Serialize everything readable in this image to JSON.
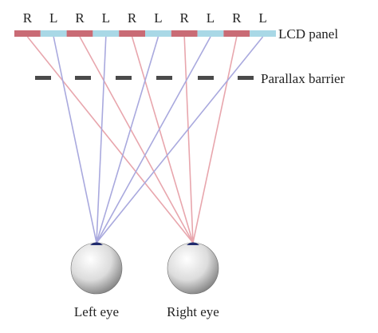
{
  "title": "",
  "pixel_labels": [
    "R",
    "L",
    "R",
    "L",
    "R",
    "L",
    "R",
    "L",
    "R",
    "L"
  ],
  "labels": {
    "lcd_panel": "LCD panel",
    "parallax_barrier": "Parallax barrier",
    "left_eye": "Left eye",
    "right_eye": "Right eye"
  },
  "colors": {
    "right_pixel": "#c96b75",
    "left_pixel": "#a9d8e6",
    "barrier": "#4a4a4a",
    "right_ray": "#e8a6ad",
    "left_ray": "#a9a9de",
    "pupil": "#1f2a6e"
  }
}
